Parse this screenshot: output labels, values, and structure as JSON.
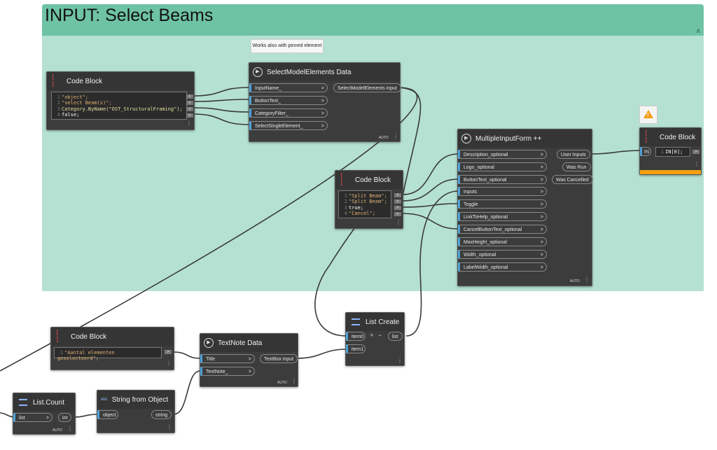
{
  "group": {
    "title": "INPUT: Select Beams",
    "collapse_icon": "chevron-up-icon"
  },
  "tooltip": "Works also with pinned element",
  "nodes": {
    "code_block_1": {
      "title": "Code Block",
      "lines": [
        {
          "n": "1",
          "text": "\"object\";"
        },
        {
          "n": "2",
          "text": "\"select Beam(s)\";"
        },
        {
          "n": "3",
          "text": "Category.ByName(\"OST_StructuralFraming\");"
        },
        {
          "n": "4",
          "text": "false;"
        }
      ],
      "out_arrow": ">"
    },
    "select_model": {
      "title": "SelectModelElements Data",
      "inputs": [
        "InputName_",
        "ButtonText_",
        "CategoryFilter_",
        "SelectSingleElement_"
      ],
      "output": "SelectModelElements input",
      "lacing": "AUTO"
    },
    "code_block_2": {
      "title": "Code Block",
      "lines": [
        {
          "n": "1",
          "text": "\"Split Beam\";"
        },
        {
          "n": "2",
          "text": "\"Split Beam\";"
        },
        {
          "n": "3",
          "text": "true;"
        },
        {
          "n": "4",
          "text": "\"Cancel\";"
        }
      ]
    },
    "multiple_input_form": {
      "title": "MultipleInputForm ++",
      "inputs": [
        "Description_optional",
        "Logo_optional",
        "ButtonText_optional",
        "Inputs",
        "Toggle",
        "LinkToHelp_optional",
        "CancelButtonText_optional",
        "MaxHeight_optional",
        "Width_optional",
        "LabelWidth_optional"
      ],
      "outputs": [
        "User Inputs",
        "Was Run",
        "Was Cancelled"
      ],
      "lacing": "AUTO"
    },
    "code_block_3": {
      "title": "Code Block",
      "input": "IN",
      "line_no": "1",
      "code": "IN[0];"
    },
    "code_block_4": {
      "title": "Code Block",
      "line_no": "1",
      "code": "\"Aantal elementen geselecteerd\";"
    },
    "textnote": {
      "title": "TextNote Data",
      "inputs": [
        "Title",
        "TextNote_"
      ],
      "output": "TextBox input",
      "lacing": "AUTO"
    },
    "list_create": {
      "title": "List Create",
      "inputs": [
        "item0",
        "item1"
      ],
      "output": "list",
      "add": "+",
      "remove": "−"
    },
    "list_count": {
      "title": "List.Count",
      "input": "list",
      "output": "int",
      "lacing": "AUTO"
    },
    "string_from_object": {
      "title": "String from Object",
      "input": "object",
      "output": "string",
      "icon_text": "abc"
    }
  },
  "colors": {
    "group_header": "#6ec3a4",
    "group_body": "#b5e1d2",
    "node_bg": "#3c3c3c",
    "port_accent": "#4fa3d8",
    "warning": "#f3a00f"
  },
  "icons": [
    "code-block-icon",
    "python-node-icon",
    "list-create-icon",
    "list-count-icon",
    "string-object-icon",
    "warning-icon",
    "menu-dots-icon"
  ]
}
